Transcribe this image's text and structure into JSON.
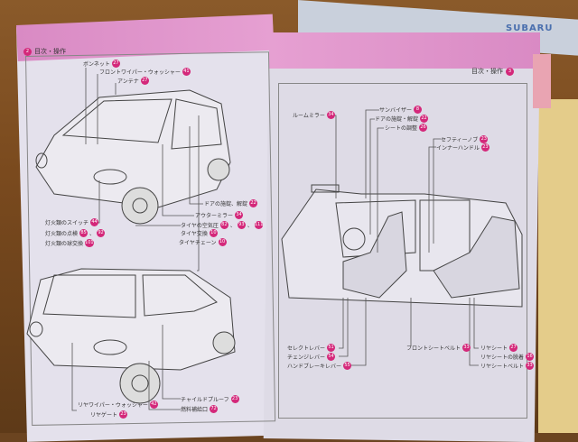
{
  "background": {
    "brand_text": "SUBARU"
  },
  "left_page": {
    "header": {
      "title": "目次・操作",
      "page": "2"
    },
    "front_car_labels": [
      {
        "text": "ボンネット",
        "pages": [
          "27"
        ]
      },
      {
        "text": "フロントワイパー・ウォッシャー",
        "pages": [
          "41"
        ]
      },
      {
        "text": "アンテナ",
        "pages": [
          "27"
        ]
      },
      {
        "text": "ドアの施錠、解錠",
        "pages": [
          "22"
        ]
      },
      {
        "text": "アウターミラー",
        "pages": [
          "34"
        ]
      },
      {
        "text": "タイヤの空気圧",
        "pages": [
          "82",
          "93",
          "111"
        ]
      },
      {
        "text": "タイヤ交換",
        "pages": [
          "10"
        ]
      },
      {
        "text": "タイヤチェーン",
        "pages": [
          "10"
        ]
      },
      {
        "text": "灯火類のスイッチ",
        "pages": [
          "44"
        ]
      },
      {
        "text": "灯火類の点検",
        "pages": [
          "85",
          "92"
        ]
      },
      {
        "text": "灯火類の球交換",
        "pages": [
          "101"
        ]
      }
    ],
    "rear_car_labels": [
      {
        "text": "リヤワイパー・ウォッシャー",
        "pages": [
          "42"
        ]
      },
      {
        "text": "リヤゲート",
        "pages": [
          "23"
        ]
      },
      {
        "text": "チャイルドプルーフ",
        "pages": [
          "23"
        ]
      },
      {
        "text": "燃料補給口",
        "pages": [
          "72"
        ]
      }
    ]
  },
  "right_page": {
    "header": {
      "title": "目次・操作",
      "page": "3"
    },
    "interior_labels": [
      {
        "text": "ルームミラー",
        "pages": [
          "34"
        ]
      },
      {
        "text": "サンバイザー",
        "pages": [
          "8"
        ]
      },
      {
        "text": "ドアの施錠・解錠",
        "pages": [
          "22"
        ]
      },
      {
        "text": "シートの調整",
        "pages": [
          "26"
        ]
      },
      {
        "text": "セフティーノブ",
        "pages": [
          "23"
        ]
      },
      {
        "text": "インナーハンドル",
        "pages": [
          "23"
        ]
      },
      {
        "text": "セレクトレバー",
        "pages": [
          "51"
        ]
      },
      {
        "text": "チェンジレバー",
        "pages": [
          "54"
        ]
      },
      {
        "text": "ハンドブレーキレバー",
        "pages": [
          "55"
        ]
      },
      {
        "text": "フロントシートベルト",
        "pages": [
          "33"
        ]
      },
      {
        "text": "リヤシート",
        "pages": [
          "27"
        ]
      },
      {
        "text": "リヤシートの脱着",
        "pages": [
          "16"
        ]
      },
      {
        "text": "リヤシートベルト",
        "pages": [
          "33"
        ]
      }
    ]
  },
  "colors": {
    "accent": "#d4287a",
    "band": "#e0a0d0"
  }
}
